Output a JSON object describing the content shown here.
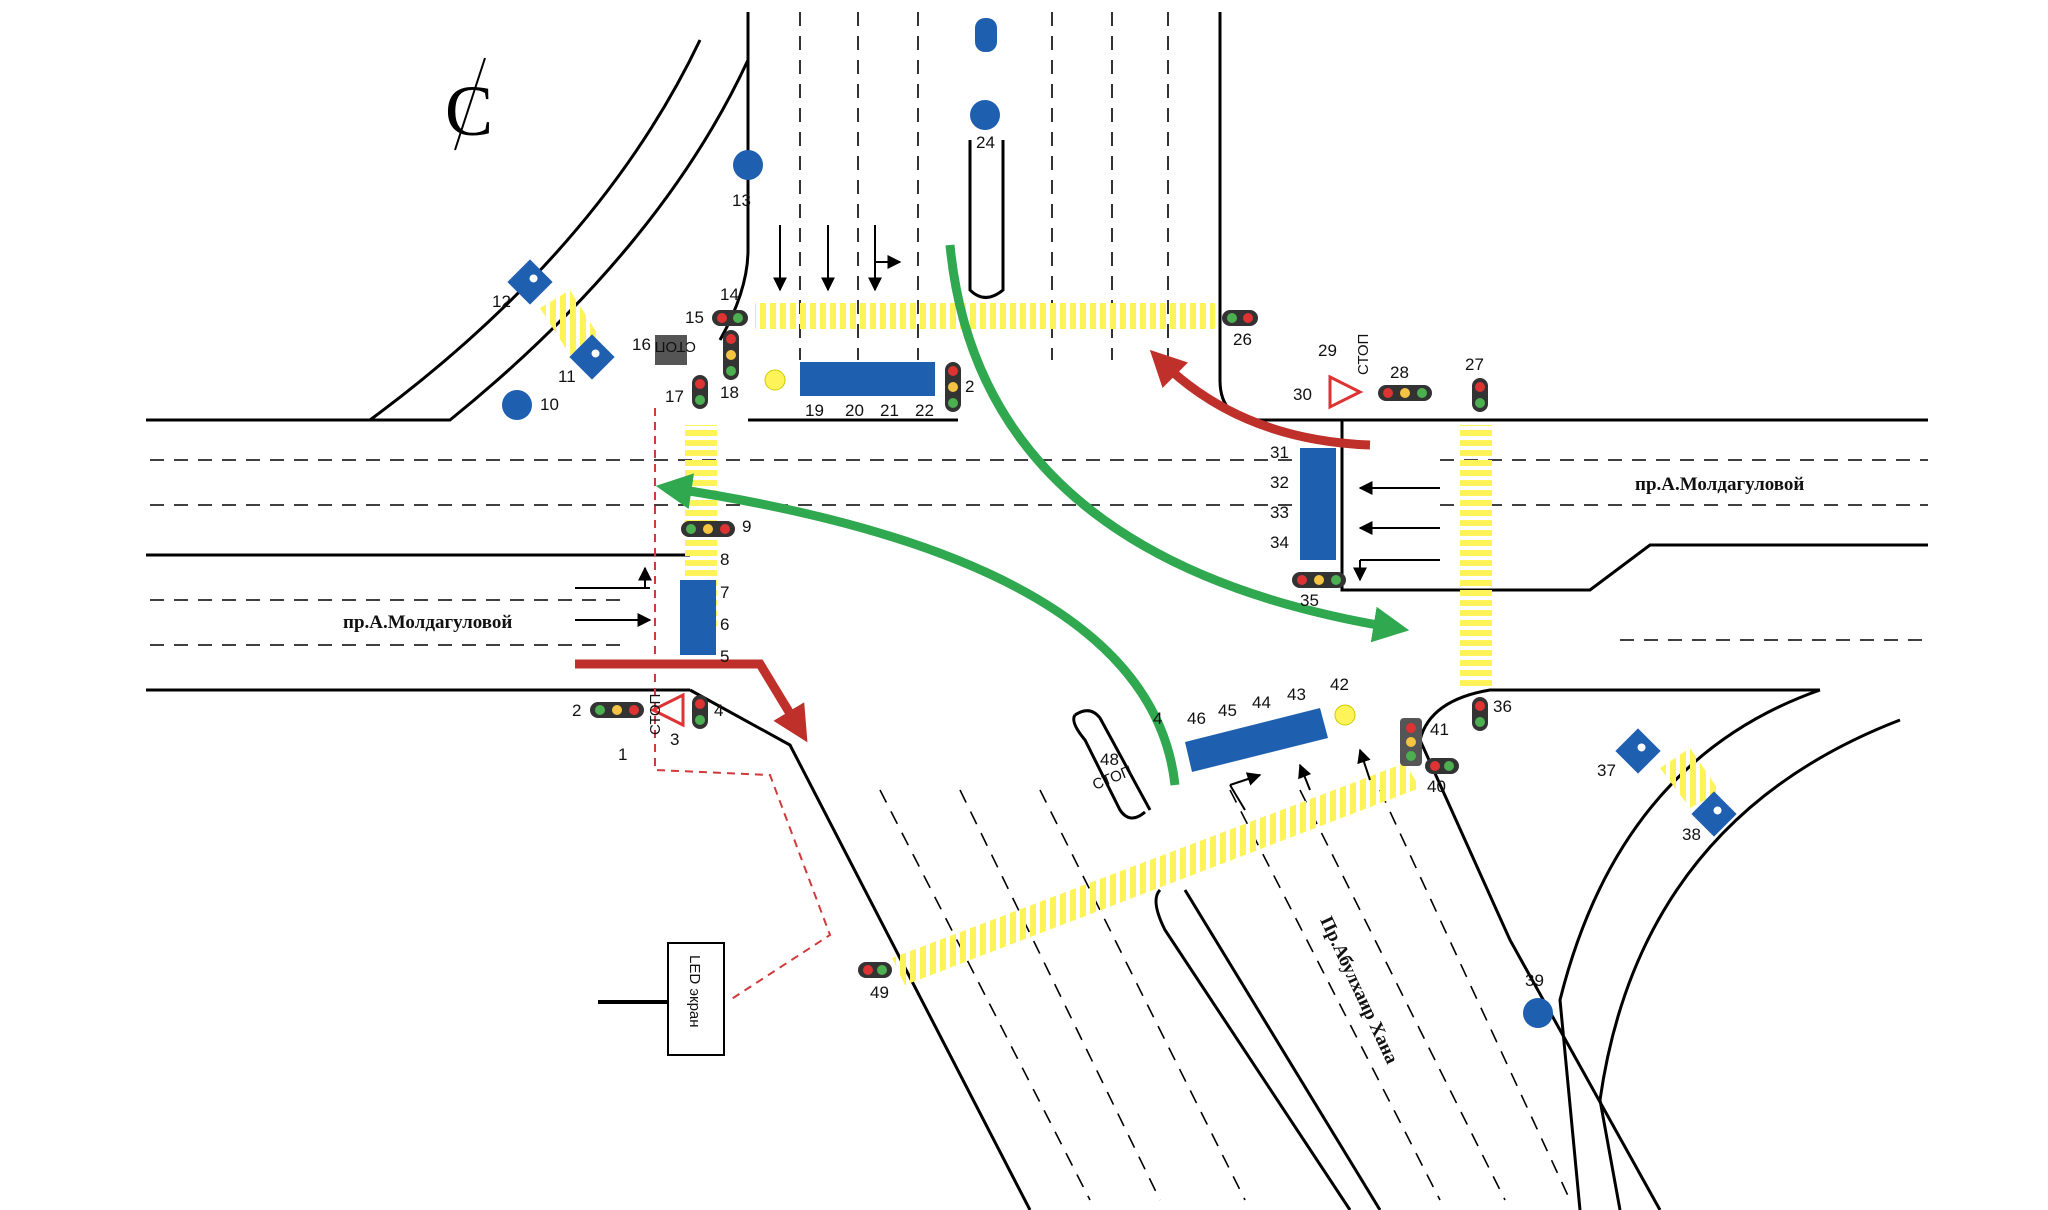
{
  "streets": {
    "east": "пр.А.Молдагуловой",
    "west": "пр.А.Молдагуловой",
    "south": "Пр.Абулхаир Хана"
  },
  "stop_labels": {
    "s1": "СТОП",
    "s16": "СТОП",
    "s29": "СТОП",
    "s48": "СТОП"
  },
  "led_label": "LED экран",
  "compass_glyph": "С",
  "markers": {
    "m1": "1",
    "m2": "2",
    "m3": "3",
    "m4": "4",
    "m5": "5",
    "m6": "6",
    "m7": "7",
    "m8": "8",
    "m9": "9",
    "m10": "10",
    "m11": "11",
    "m12": "12",
    "m13": "13",
    "m14": "14",
    "m15": "15",
    "m16": "16",
    "m17": "17",
    "m18": "18",
    "m19": "19",
    "m20": "20",
    "m21": "21",
    "m22": "22",
    "m23": "2",
    "m24": "24",
    "m26": "26",
    "m27": "27",
    "m28": "28",
    "m29": "29",
    "m30": "30",
    "m31": "31",
    "m32": "32",
    "m33": "33",
    "m34": "34",
    "m35": "35",
    "m36": "36",
    "m37": "37",
    "m38": "38",
    "m39": "39",
    "m40": "40",
    "m41": "41",
    "m42": "42",
    "m43": "43",
    "m44": "44",
    "m45": "45",
    "m46": "46",
    "m47": "4",
    "m48": "48",
    "m49": "49"
  },
  "colors": {
    "crosswalk": "#fff35a",
    "allowed_route": "#2fa84f",
    "restricted_route": "#c0302b",
    "sign_blue": "#1f5fb0",
    "stop_dashed": "#d03a3a"
  },
  "icons": {
    "signal": "traffic-light-icon",
    "yield": "yield-triangle-icon",
    "pedestrian": "pedestrian-crossing-sign-icon",
    "direction": "direction-sign-icon",
    "lane": "lane-direction-sign-icon"
  }
}
